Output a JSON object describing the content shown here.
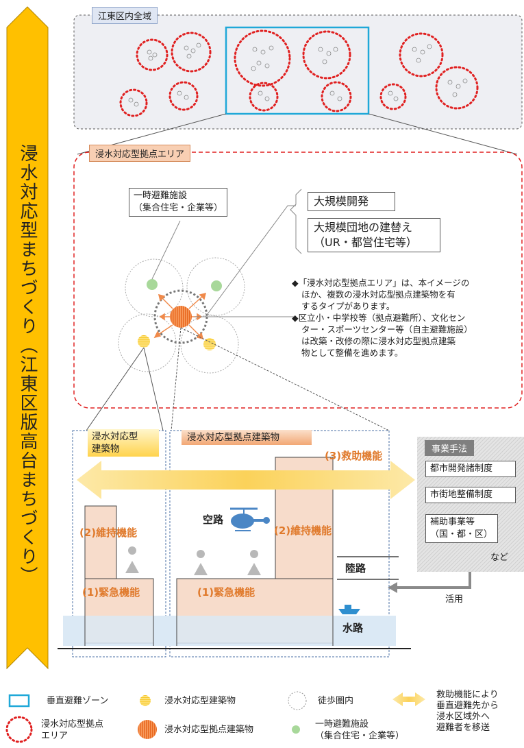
{
  "side_banner": {
    "title": "浸水対応型まちづくり（江東区版高台まちづくり）"
  },
  "top_zone": {
    "label": "江東区内全域"
  },
  "base_area": {
    "label": "浸水対応型拠点エリア"
  },
  "temporary_facility": {
    "line1": "一時避難施設",
    "line2": "（集合住宅・企業等）"
  },
  "development": {
    "large_scale": "大規模開発",
    "rebuild_line1": "大規模団地の建替え",
    "rebuild_line2": "（UR・都営住宅等）"
  },
  "notes": [
    "◆「浸水対応型拠点エリア」は、本イメージの",
    "ほか、複数の浸水対応型拠点建築物を有",
    "するタイプがあります。",
    "◆区立小・中学校等（拠点避難所）、文化セン",
    "ター・スポーツセンター等（自主避難施設）",
    "は改築・改修の際に浸水対応型拠点建築",
    "物として整備を進めます。"
  ],
  "bottom": {
    "type_building_line1": "浸水対応型",
    "type_building_line2": "建築物",
    "base_building": "浸水対応型拠点建築物",
    "rescue": "(3)救助機能",
    "maintain_left": "(2)維持機能",
    "maintain_right": "(2)維持機能",
    "emergency_left": "(1)緊急機能",
    "emergency_right": "(1)緊急機能",
    "air": "空路",
    "land": "陸路",
    "water": "水路",
    "use": "活用"
  },
  "methods": {
    "title": "事業手法",
    "items": [
      "都市開発諸制度",
      "市街地整備制度"
    ],
    "subsidy_line1": "補助事業等",
    "subsidy_line2": "（国・都・区）",
    "etc": "など"
  },
  "legend": {
    "vertical_zone": "垂直避難ゾーン",
    "type_building": "浸水対応型建築物",
    "walking": "徒歩圏内",
    "rescue_line1": "救助機能により",
    "rescue_line2": "垂直避難先から",
    "rescue_line3": "浸水区域外へ",
    "rescue_line4": "避難者を移送",
    "base_area_line1": "浸水対応型拠点",
    "base_area_line2": "エリア",
    "base_building": "浸水対応型拠点建築物",
    "temp_line1": "一時避難施設",
    "temp_line2": "（集合住宅・企業等）"
  },
  "colors": {
    "banner": "#ffc000",
    "red_dotted": "#e02020",
    "cyan": "#1fa8d8",
    "orange_text": "#e07a2c",
    "orange_building": "#f7d9c4",
    "green_dot": "#a8d89a",
    "water": "#dbe9f5",
    "helicopter": "#4a86c5"
  }
}
